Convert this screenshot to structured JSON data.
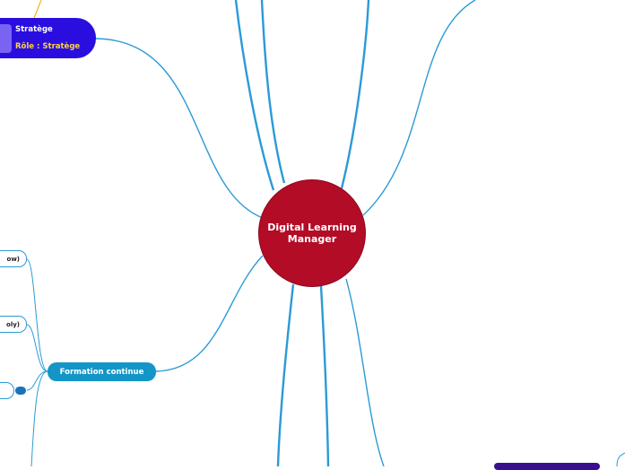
{
  "diagram": {
    "center": {
      "label_line1": "Digital Learning",
      "label_line2": "Manager"
    },
    "stratege": {
      "title": "Stratège",
      "role": "Rôle : Stratège"
    },
    "formation": {
      "label": "Formation continue"
    },
    "leaves": [
      {
        "text": "ow)"
      },
      {
        "text": "oly)"
      },
      {
        "text": ""
      }
    ],
    "colors": {
      "center": "#b30c27",
      "stratege": "#2a0ee0",
      "formation": "#1396c7",
      "connector": "#2b9ad6",
      "yellow_link": "#f2b619",
      "purple": "#3a0f8f"
    }
  }
}
